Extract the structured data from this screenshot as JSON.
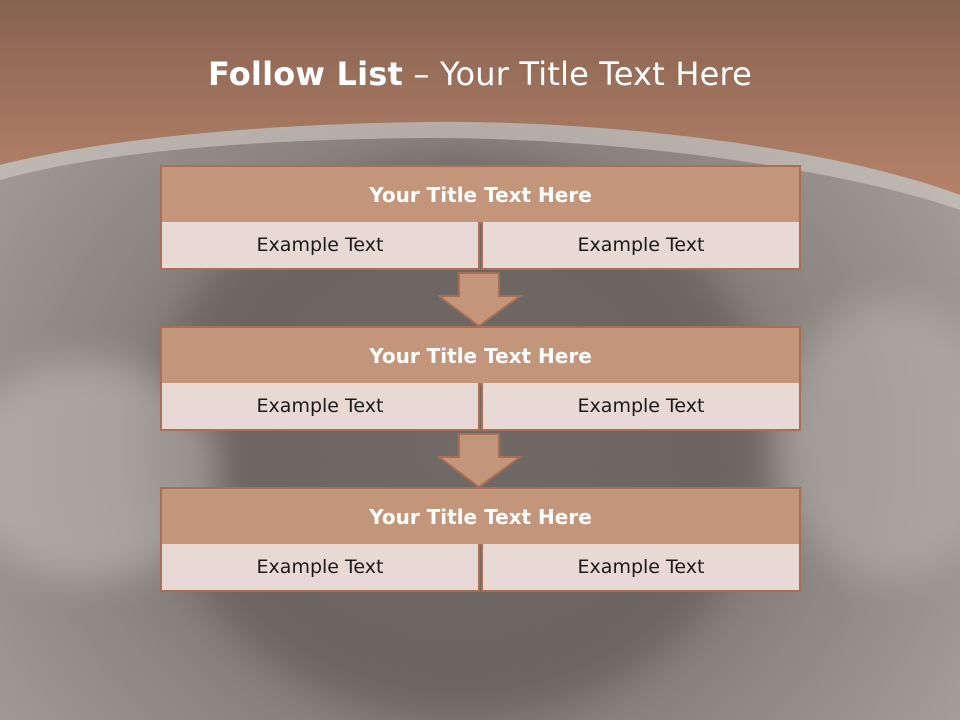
{
  "title": {
    "bold": "Follow List",
    "rest": " – Your Title Text Here"
  },
  "colors": {
    "header_band": "#b07a5e",
    "card_title_fill": "#c3957b",
    "card_border": "#a96f54",
    "cell_fill": "#e8d9d4",
    "arrow_fill": "#c3957b"
  },
  "steps": [
    {
      "title": "Your Title Text Here",
      "left": "Example Text",
      "right": "Example Text"
    },
    {
      "title": "Your Title Text Here",
      "left": "Example Text",
      "right": "Example Text"
    },
    {
      "title": "Your Title Text Here",
      "left": "Example Text",
      "right": "Example Text"
    }
  ]
}
